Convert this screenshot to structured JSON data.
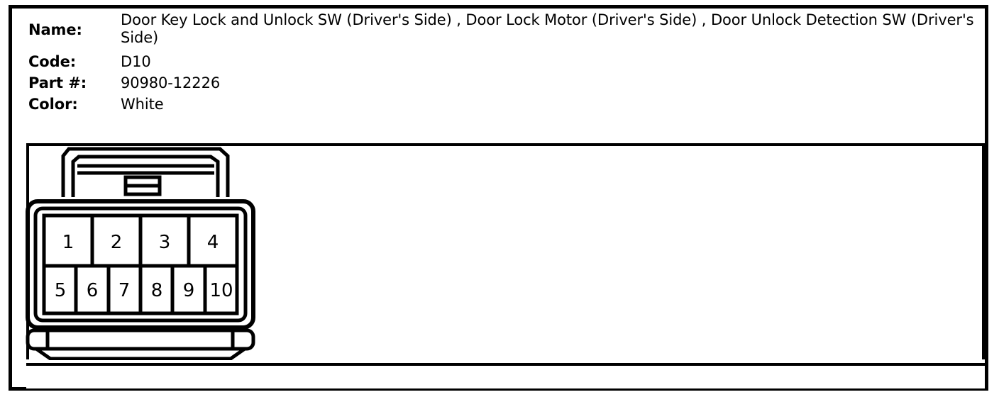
{
  "header": {
    "fields": [
      {
        "label": "Name:",
        "value": "Door Key Lock and Unlock SW (Driver's Side) , Door Lock Motor (Driver's Side) , Door Unlock Detection SW (Driver's Side)"
      },
      {
        "label": "Code:",
        "value": "D10"
      },
      {
        "label": "Part #:",
        "value": "90980-12226"
      },
      {
        "label": "Color:",
        "value": "White"
      }
    ]
  },
  "connector": {
    "diagram_name": "connector-face-view",
    "rows": [
      {
        "row": "top",
        "pins": [
          "1",
          "2",
          "3",
          "4"
        ]
      },
      {
        "row": "bottom",
        "pins": [
          "5",
          "6",
          "7",
          "8",
          "9",
          "10"
        ]
      }
    ],
    "pin_count": 10,
    "colors": {
      "line": "#000000",
      "fill": "#ffffff"
    }
  }
}
